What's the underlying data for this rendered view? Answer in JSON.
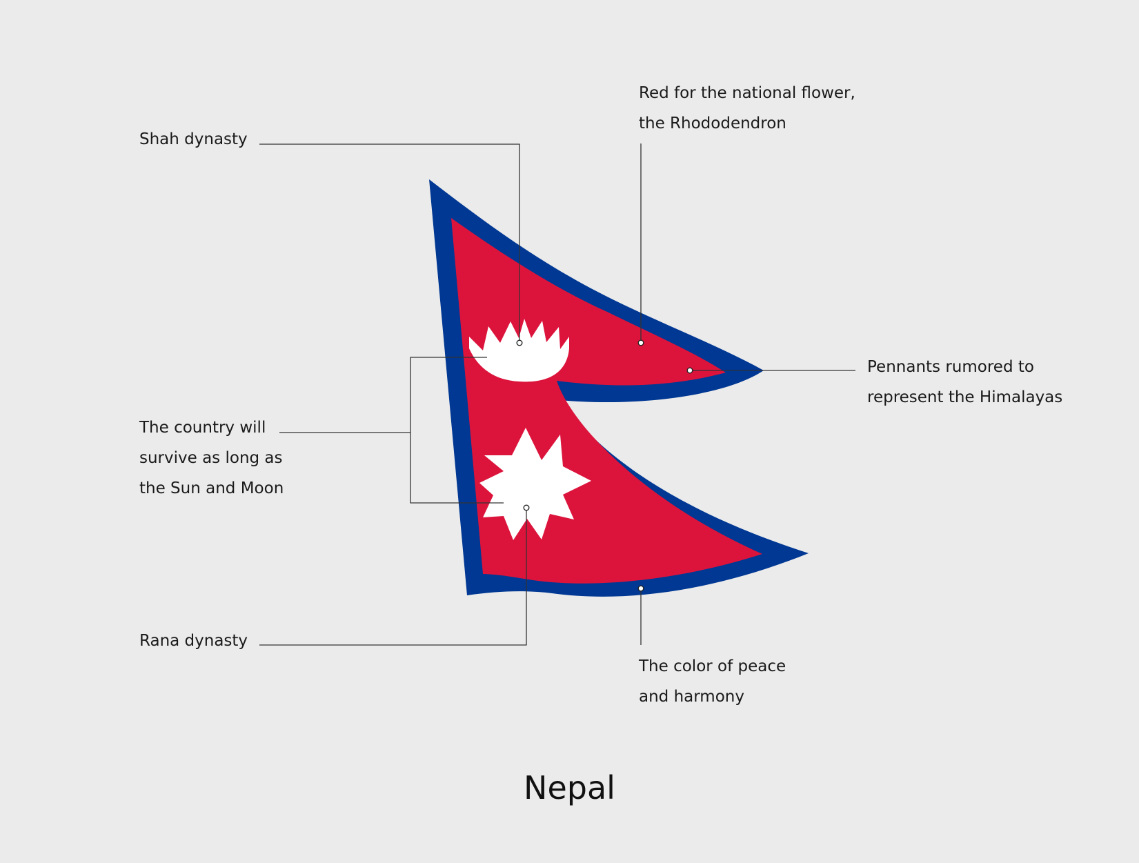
{
  "colors": {
    "background": "#ebebeb",
    "flag_border": "#003893",
    "flag_red": "#dc143c",
    "emblem_white": "#ffffff",
    "leader_line": "#333333"
  },
  "annotations": {
    "shah": {
      "lines": [
        "Shah dynasty"
      ]
    },
    "red": {
      "lines": [
        "Red for the national flower,",
        "the Rhododendron"
      ]
    },
    "pennants": {
      "lines": [
        "Pennants rumored to",
        "represent the Himalayas"
      ]
    },
    "sun_moon": {
      "lines": [
        "The country will",
        "survive as long as",
        "the Sun and Moon"
      ]
    },
    "rana": {
      "lines": [
        "Rana dynasty"
      ]
    },
    "blue": {
      "lines": [
        "The color of peace",
        "and harmony"
      ]
    }
  },
  "caption": "Nepal"
}
